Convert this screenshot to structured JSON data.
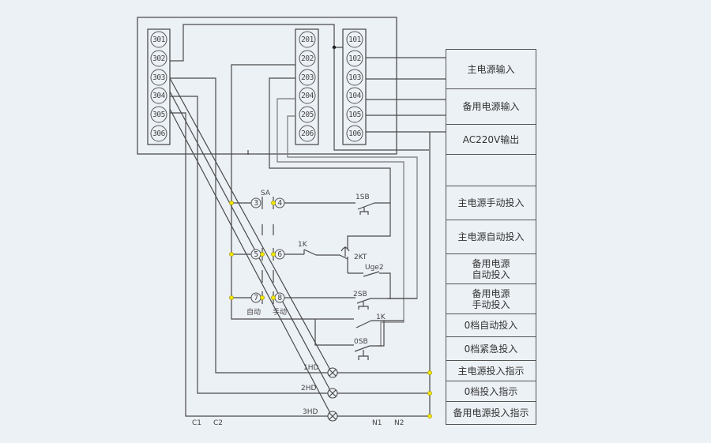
{
  "terminal_blocks": {
    "block_300": [
      "301",
      "302",
      "303",
      "304",
      "305",
      "306"
    ],
    "block_200": [
      "201",
      "202",
      "203",
      "204",
      "205",
      "206"
    ],
    "block_100": [
      "101",
      "102",
      "103",
      "104",
      "105",
      "106"
    ]
  },
  "switch_sa": {
    "label": "SA",
    "contacts": [
      "3",
      "4",
      "5",
      "6",
      "7",
      "8"
    ],
    "mode_auto": "自动",
    "mode_manual": "手动"
  },
  "components": {
    "sb1": "1SB",
    "sb2": "2SB",
    "sb0": "0SB",
    "k1_a": "1K",
    "k1_b": "1K",
    "kt2": "2KT",
    "uge2": "Uge2",
    "lamp1": "1HD",
    "lamp2": "2HD",
    "lamp3": "3HD"
  },
  "bus_labels": {
    "c1": "C1",
    "c2": "C2",
    "n1": "N1",
    "n2": "N2"
  },
  "side_labels": [
    "主电源输入",
    "备用电源输入",
    "AC220V输出",
    "",
    "主电源手动投入",
    "主电源自动投入",
    "备用电源\n自动投入",
    "备用电源\n手动投入",
    "0档自动投入",
    "0档紧急投入",
    "主电源投入指示",
    "0档投入指示",
    "备用电源投入指示"
  ],
  "colors": {
    "background": "#ECF1F6",
    "wire": "#4a4a4a",
    "junction_node": "#f2e600"
  }
}
